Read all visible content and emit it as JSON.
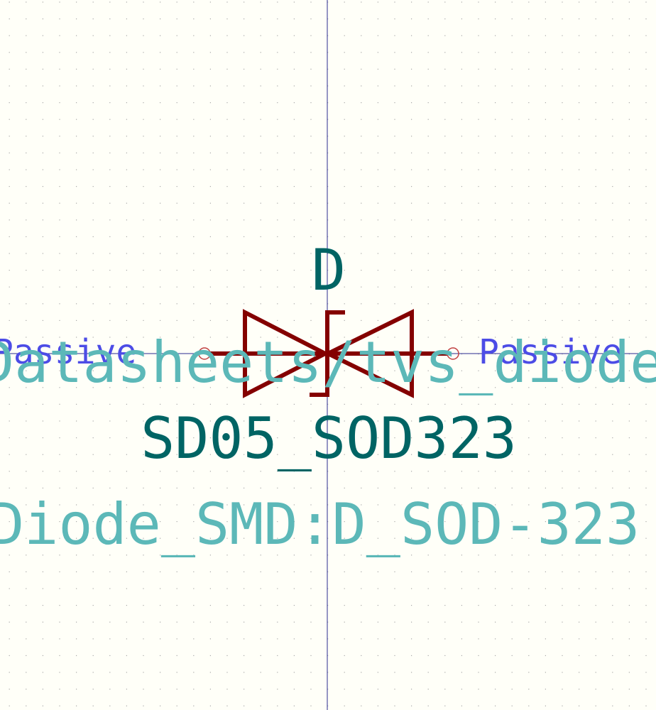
{
  "symbol": {
    "reference": "D",
    "value": "SD05_SOD323",
    "footprint": "Diode_SMD:D_SOD-323",
    "datasheet": "Datasheets/tvs_diode_array",
    "pin_left_type": "Passive",
    "pin_right_type": "Passive"
  },
  "colors": {
    "background": "#fffff8",
    "grid_dot": "#a9a9a9",
    "axis": "#2b2b8f",
    "body": "#840000",
    "pin_circle": "#c04040",
    "reference_text": "#006464",
    "value_text": "#006464",
    "footprint_text": "#5cb8b8",
    "datasheet_text": "#5cb8b8",
    "pin_type_text": "#4c4ce6"
  }
}
